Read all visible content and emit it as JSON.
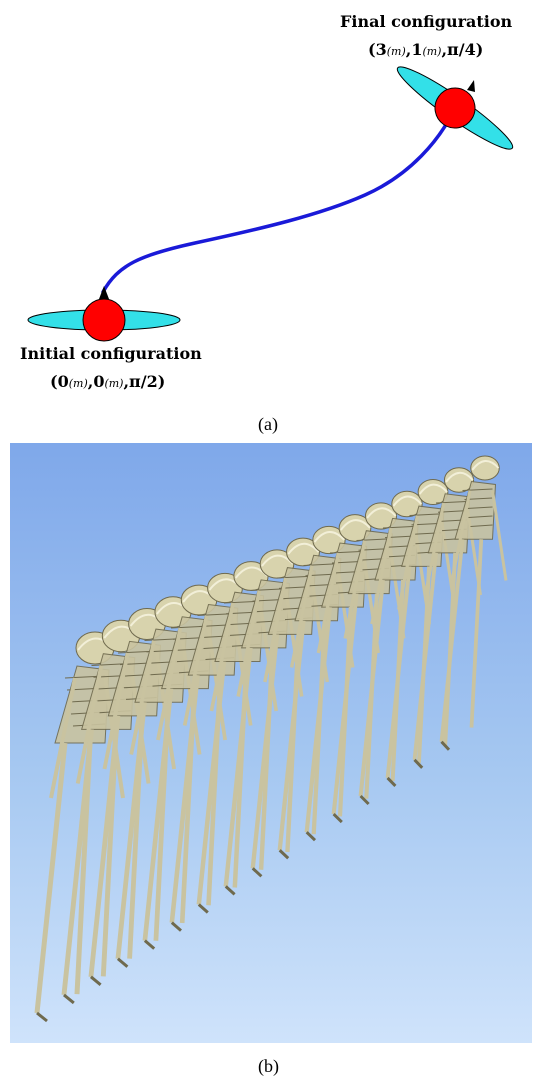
{
  "panel_a": {
    "final": {
      "title": "Final configuration",
      "open": "(",
      "x_val": "3",
      "x_unit": "(m)",
      "sep1": ",",
      "y_val": "1",
      "y_unit": "(m)",
      "sep2": ",",
      "theta": "π/4",
      "close": ")"
    },
    "initial": {
      "title": "Initial configuration",
      "open": "(",
      "x_val": "0",
      "x_unit": "(m)",
      "sep1": ",",
      "y_val": "0",
      "y_unit": "(m)",
      "sep2": ",",
      "theta": "π/2",
      "close": ")"
    },
    "label": "(a)"
  },
  "panel_b": {
    "label": "(b)"
  },
  "colors": {
    "path": "#1a1ad8",
    "robot_body": "#ff0000",
    "robot_arms": "#33e0e8",
    "skeleton": "#c9c3a0",
    "sky_top": "#7fa8ea",
    "sky_bottom": "#cfe3fb"
  }
}
